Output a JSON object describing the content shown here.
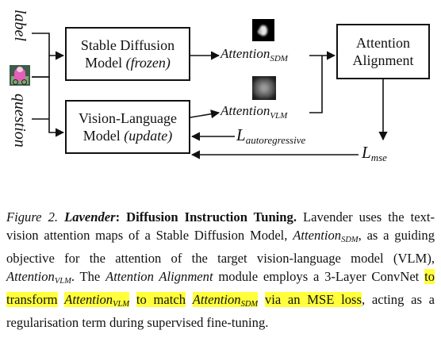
{
  "figure": {
    "input_labels": {
      "label": "label",
      "question": "question"
    },
    "boxes": {
      "sdm": {
        "line1": "Stable Diffusion",
        "line2": "Model ",
        "line2_italic": "(frozen)"
      },
      "vlm": {
        "line1": "Vision-Language",
        "line2": "Model ",
        "line2_italic": "(update)"
      },
      "align": {
        "line1": "Attention",
        "line2": "Alignment"
      }
    },
    "arrows": {
      "attention_sdm": {
        "base": "Attention",
        "sub": "SDM"
      },
      "attention_vlm": {
        "base": "Attention",
        "sub": "VLM"
      },
      "l_autoregressive": {
        "base": "L",
        "sub": "autoregressive"
      },
      "l_mse": {
        "base": "L",
        "sub": "mse"
      }
    },
    "icons": [
      "input-image-icon",
      "attention-map-sdm-icon",
      "attention-map-vlm-icon"
    ],
    "colors": {
      "line": "#111111",
      "highlight": "#ffff3c"
    }
  },
  "caption": {
    "figure_number": "Figure 2.",
    "name": "Lavender",
    "colon": ":",
    "title": " Diffusion Instruction Tuning.",
    "t1": " Lavender uses the text-vision attention maps of a Stable Diffusion Model, ",
    "m1_base": "Attention",
    "m1_sub": "SDM",
    "t2": ", as a guiding objective for the attention of the target vision-language model (VLM), ",
    "m2_base": "Attention",
    "m2_sub": "VLM",
    "t3": ". The ",
    "t3_italic": "Attention Alignment",
    "t4": " module employs a 3-Layer ConvNet ",
    "hl1": "to transform",
    "hl2_base": "Attention",
    "hl2_sub": "VLM",
    "hl3": "to match",
    "hl4_base": "Attention",
    "hl4_sub": "SDM",
    "hl5": "via an MSE loss",
    "t5": ", acting as a regularisation term during supervised fine-tuning."
  }
}
